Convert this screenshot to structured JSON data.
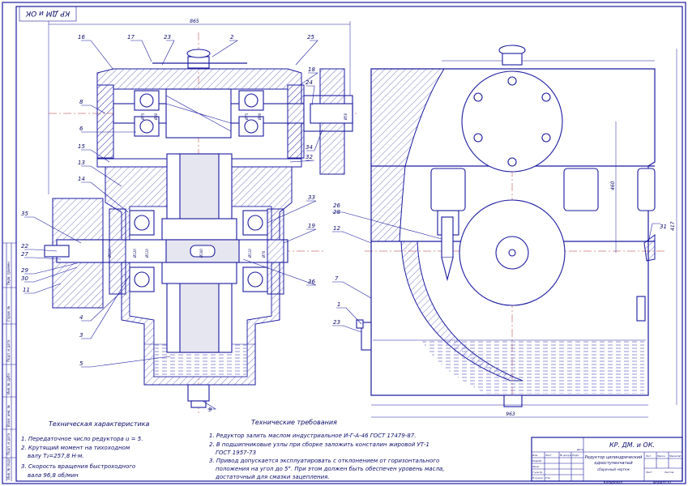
{
  "stamp": {
    "code_rotated": "КР ДМ и ОК",
    "title_code": "КР. ДМ. и ОК.",
    "name_line1": "Редуктор цилиндрический",
    "name_line2": "одноступенчатый",
    "name_line3": "сборочный чертеж",
    "copied": "Копировал",
    "format": "Формат А1",
    "cells": [
      "Изм.",
      "Лист",
      "№ докум.",
      "Подп.",
      "Дата",
      "Разраб.",
      "Пров.",
      "Т.контр.",
      "Н.контр.",
      "Утв.",
      "Лит.",
      "Масса",
      "Масштаб",
      "Лист",
      "Листов"
    ]
  },
  "left_strip": [
    "Перв. примен.",
    "Справ. №",
    "Подп. и дата",
    "Инв. № дубл.",
    "Взам. инв. №",
    "Подп. и дата",
    "Инв. № подл."
  ],
  "dims": {
    "top": "865",
    "bottom_right": "963",
    "vert_right": "460",
    "far_right": "417",
    "shaft_labels": [
      "Ø75",
      "Ø80",
      "Ø75",
      "Ø80",
      "Ø50",
      "Ø110",
      "Ø120",
      "Ø110",
      "Ø100",
      "Ø110",
      "Ø70"
    ]
  },
  "callouts": {
    "left_view": [
      "16",
      "17",
      "23",
      "2",
      "25",
      "18",
      "24",
      "8",
      "6",
      "15",
      "13",
      "14",
      "35",
      "22",
      "27",
      "29",
      "30",
      "11",
      "4",
      "3",
      "5",
      "9",
      "33",
      "19",
      "36",
      "34",
      "32"
    ],
    "right_view": [
      "26",
      "28",
      "12",
      "7",
      "1",
      "23",
      "31"
    ]
  },
  "characteristics": {
    "title": "Техническая характеристика",
    "items": [
      "1. Передаточное число редуктора u = 5.",
      "2. Крутящий момент на тихоходном",
      "валу T₂=257,8 Н·м.",
      "3. Скорость вращения быстроходного",
      "вала 96,8 об/мин"
    ]
  },
  "requirements": {
    "title": "Технические требования",
    "items": [
      "1. Редуктор залить маслом индустриальное И-Г-А-46 ГОСТ 17479-87.",
      "2. В подшипниковые узлы при сборке заложить консталин жировой УТ-1",
      "ГОСТ 1957-73",
      "3. Привод допускается эксплуатировать с отклонением от горизонтального",
      "положения на угол до 5°. При этом должен быть обеспечен уровень масла,",
      "достаточный для смазки зацепления."
    ]
  }
}
